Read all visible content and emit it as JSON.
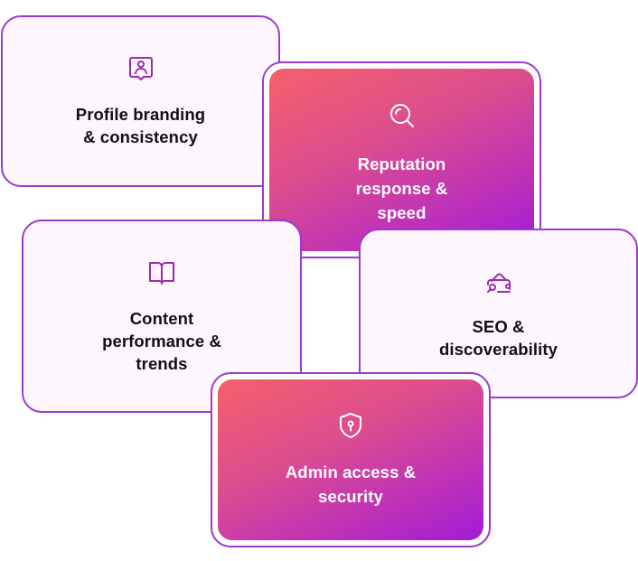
{
  "cards": [
    {
      "title_line1": "Profile branding",
      "title_line2": "& consistency",
      "icon": "profile-badge-icon"
    },
    {
      "title_line1": "Reputation",
      "title_line2": "response &",
      "title_line3": "speed",
      "icon": "search-icon"
    },
    {
      "title_line1": "Content",
      "title_line2": "performance &",
      "title_line3": "trends",
      "icon": "open-book-icon"
    },
    {
      "title_line1": "SEO &",
      "title_line2": "discoverability",
      "icon": "discover-icon"
    },
    {
      "title_line1": "Admin access &",
      "title_line2": "security",
      "icon": "shield-lock-icon"
    }
  ],
  "colors": {
    "border": "#9b3ad0",
    "card_bg": "#fdf6fd",
    "gradient_start": "#f5606a",
    "gradient_end": "#a11bd6",
    "icon": "#9b2ab0"
  }
}
